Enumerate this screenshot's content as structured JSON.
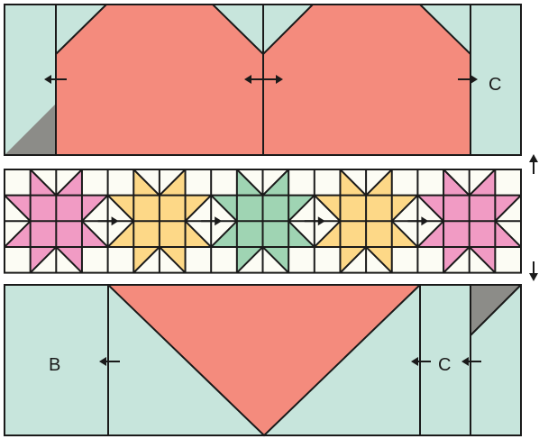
{
  "colors": {
    "mint": "#c7e5dc",
    "salmon": "#f48b7d",
    "gray": "#8c8c88",
    "pink": "#f19bc4",
    "yellow": "#fdd887",
    "green": "#9fd4b3",
    "cream": "#fcfcf4",
    "stroke": "#1a1a1a"
  },
  "labels": {
    "top_c": "C",
    "bottom_b": "B",
    "bottom_c": "C"
  },
  "star_row": {
    "star_colors": [
      "pink",
      "yellow",
      "green",
      "yellow",
      "pink"
    ]
  },
  "press_arrows": {
    "top_section": [
      "left",
      "both",
      "right"
    ],
    "star_row": [
      "right",
      "right",
      "right",
      "right"
    ],
    "bottom_section": [
      "left",
      "left",
      "left"
    ],
    "outer": [
      "up",
      "down"
    ]
  }
}
